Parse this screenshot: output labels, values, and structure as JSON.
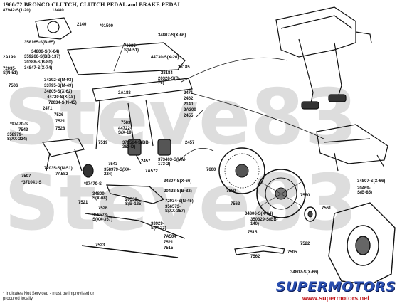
{
  "title": "1966/72 BRONCO CLUTCH, CLUTCH PEDAL and BRAKE PEDAL",
  "footnote": "* Indicates Not Serviced - must be improvised or procured locally.",
  "watermark": {
    "line1": "Steve83",
    "line2": "Steve83"
  },
  "logo": {
    "main": "SUPERMOTORS",
    "url": "www.supermotors.net",
    "color_main": "#2a4fb0",
    "color_sub": "#c0171b"
  },
  "labels": {
    "l1": "87942-S(1-20)",
    "l2": "13480",
    "l3": "2140",
    "l4": "*01500",
    "l5": "34807-S(X-66)",
    "l6": "2A199",
    "l7": "358165-S(B-65)",
    "l8": "34806-S(X-64)",
    "l9": "359266-S(BB-137)",
    "l10": "20388-S(B-80)",
    "l11": "34847-S(X-74)",
    "l12": "70035-S(N-51)",
    "l13": "7506",
    "l14": "72035-S(N-51)",
    "l15": "44730-S(X-26)",
    "l16": "28184",
    "l17": "28185",
    "l18": "34392-S(M-93)",
    "l19": "33795-S(M-49)",
    "l20": "34805-S(X-62)",
    "l21": "44720-S(X-18)",
    "l22": "72034-S(N-45)",
    "l23": "20328-S(B-76)",
    "l24": "2471",
    "l25": "2462",
    "l26": "2140",
    "l27": "2A309",
    "l28": "2455",
    "l29": "2A188",
    "l30": "7526",
    "l31": "2471",
    "l32": "7521",
    "l33": "7528",
    "l34": "*97470-S",
    "l35": "7543",
    "l36": "358979-S(XX-224)",
    "l37": "7583",
    "l38": "44722-S(X-19)",
    "l39": "7519",
    "l40": "373564-S(BB-362-D)",
    "l41": "2457",
    "l42": "2457",
    "l43": "373403-S(MM-173-2)",
    "l44": "72035-S(N-51)",
    "l45": "7A582",
    "l46": "7507",
    "l47": "*371041-S",
    "l48": "7543",
    "l49": "358979-S(XX-224)",
    "l50": "7A572",
    "l51": "7600",
    "l52": "*97470-S",
    "l53": "34809-S(X-68)",
    "l54": "20538-S(B-125)",
    "l55": "34807-S(X-66)",
    "l56": "20428-S(B-82)",
    "l57": "72034-S(N-45)",
    "l58": "356573-S(XX-357)",
    "l59": "7521",
    "l60": "7526",
    "l61": "356573-S(XX-357)",
    "l62": "33929-S(M-23)",
    "l63": "7A504",
    "l64": "7521",
    "l65": "7515",
    "l66": "7523",
    "l67": "7550",
    "l68": "7563",
    "l69": "7580",
    "l70": "7561",
    "l71": "34806-S(X-64)",
    "l72": "350329-S(BB-140)",
    "l73": "34807-S(X-66)",
    "l74": "20469-S(B-85)",
    "l75": "7515",
    "l76": "7562",
    "l77": "7522",
    "l78": "7505",
    "l79": "34807-S(X-66)"
  }
}
